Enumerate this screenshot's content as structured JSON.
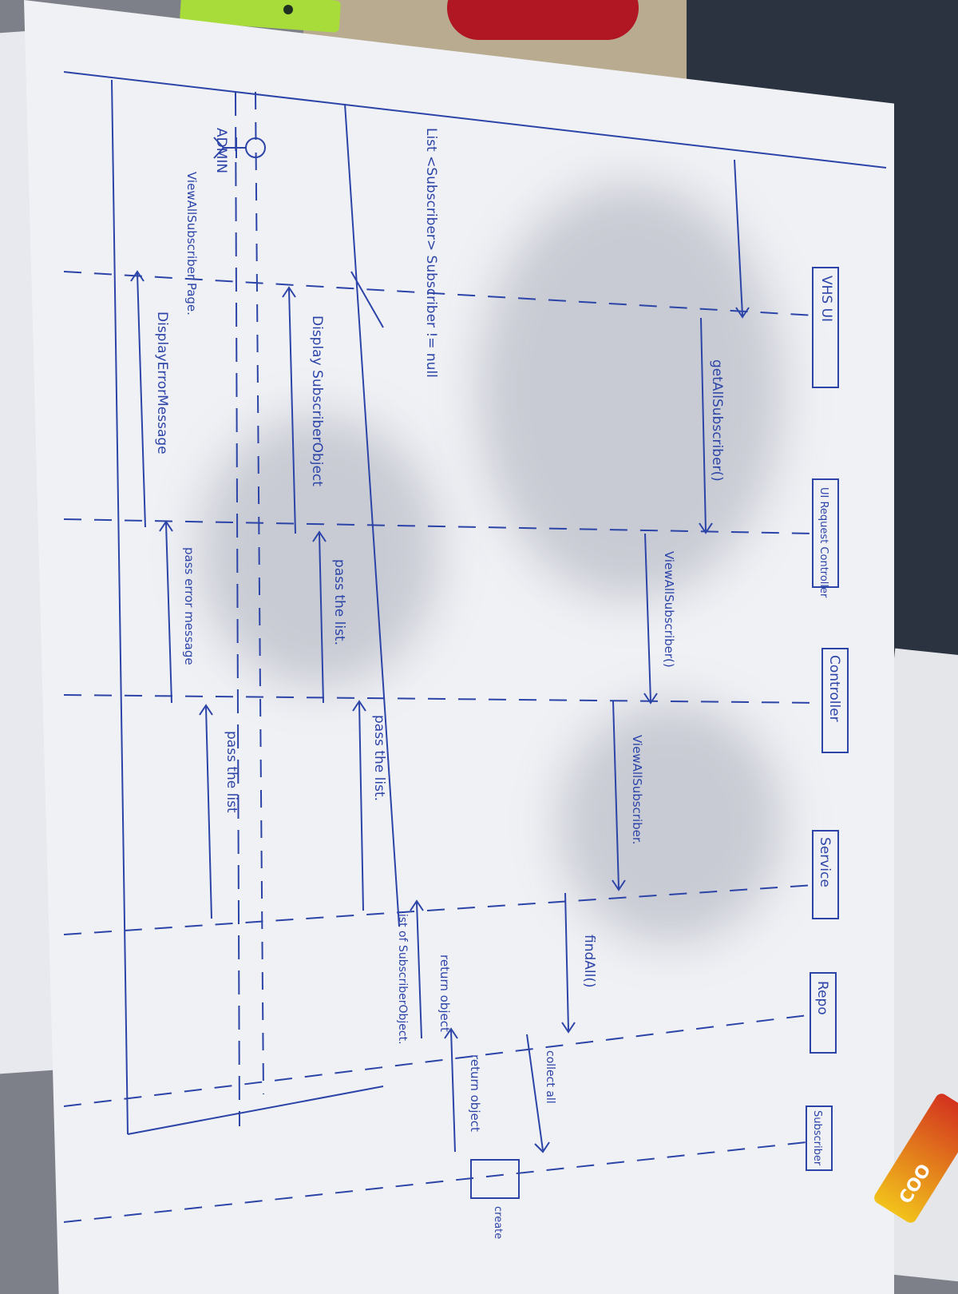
{
  "diagram": {
    "actor": "ADMIN",
    "lifelines": [
      "VHS UI",
      "UI Request Controller",
      "Controller",
      "Service",
      "Repo",
      "Subscriber"
    ],
    "messages": {
      "m1": "ViewAllSubscriber Page.",
      "m2": "getAllSubscriber()",
      "m3": "ViewAllSubscriber()",
      "m4": "ViewAllSubscriber.",
      "m5": "findAll()",
      "m6": "collect all",
      "m7": "create",
      "m8": "return object",
      "m9": "list of SubscriberObject.",
      "m10": "return object",
      "m11": "pass the list.",
      "m12": "pass the list.",
      "m13": "Display SubscriberObject",
      "m14": "pass the list",
      "m15": "pass error message",
      "m16": "DisplayErrorMessage",
      "m17": "List <Subscriber> Subscriber != null"
    }
  },
  "biscuit_label": "COO"
}
